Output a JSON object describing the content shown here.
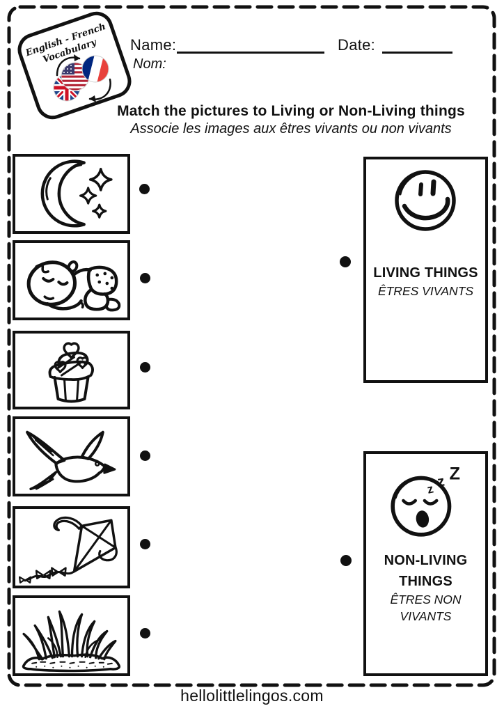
{
  "badge": {
    "line1": "English - French",
    "line2": "Vocabulary",
    "flags": [
      "uk-flag",
      "us-flag",
      "france-flag"
    ],
    "icon": "language-swap-arrows"
  },
  "header": {
    "name_label": "Name:",
    "nom_label": "Nom:",
    "date_label": "Date:",
    "title_en": "Match the pictures to Living or Non-Living things",
    "title_fr": "Associe les images aux êtres vivants ou non vivants"
  },
  "items": [
    {
      "label": "crescent moon with stars"
    },
    {
      "label": "sleeping baby"
    },
    {
      "label": "cupcake with hearts"
    },
    {
      "label": "flying bird"
    },
    {
      "label": "kite with bow tail"
    },
    {
      "label": "tuft of grass"
    }
  ],
  "categories": [
    {
      "label_en": "LIVING THINGS",
      "label_fr": "ÊTRES VIVANTS",
      "face": "smiley-face"
    },
    {
      "label_en": "NON-LIVING THINGS",
      "label_fr": "ÊTRES NON VIVANTS",
      "face": "sleeping-face",
      "snore": [
        "z",
        "z",
        "Z"
      ]
    }
  ],
  "footer": {
    "site": "hellolittlelingos.com"
  },
  "colors": {
    "ink": "#111111",
    "uk_blue": "#21468B",
    "flag_red": "#CE1126",
    "us_red": "#B22234",
    "us_blue": "#3C3B6E",
    "fr_blue": "#00267F",
    "fr_red": "#E8413C"
  }
}
